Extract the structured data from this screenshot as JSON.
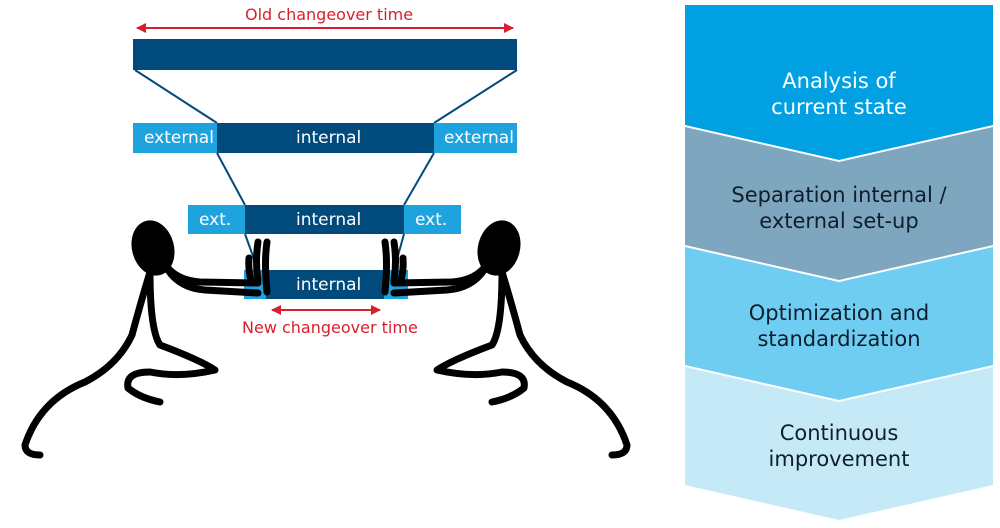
{
  "diagram": {
    "old_time_label": "Old changeover time",
    "new_time_label": "New changeover time",
    "row2": {
      "left": "external",
      "center": "internal",
      "right": "external"
    },
    "row3": {
      "left": "ext.",
      "center": "internal",
      "right": "ext."
    },
    "row4": {
      "center": "internal"
    }
  },
  "steps": [
    {
      "line1": "Analysis of",
      "line2": "current state",
      "color": "#00a0e3",
      "text_color": "#ffffff"
    },
    {
      "line1": "Separation internal /",
      "line2": "external set-up",
      "color": "#7fa6bf",
      "text_color": "#0f1e2d"
    },
    {
      "line1": "Optimization and",
      "line2": "standardization",
      "color": "#6fcdf2",
      "text_color": "#0f1e2d"
    },
    {
      "line1": "Continuous",
      "line2": "improvement",
      "color": "#c6e9f8",
      "text_color": "#0f1e2d"
    }
  ],
  "colors": {
    "dark_bar": "#004a7c",
    "light_bar": "#1ea3de",
    "arrow_red": "#d91f2b"
  }
}
